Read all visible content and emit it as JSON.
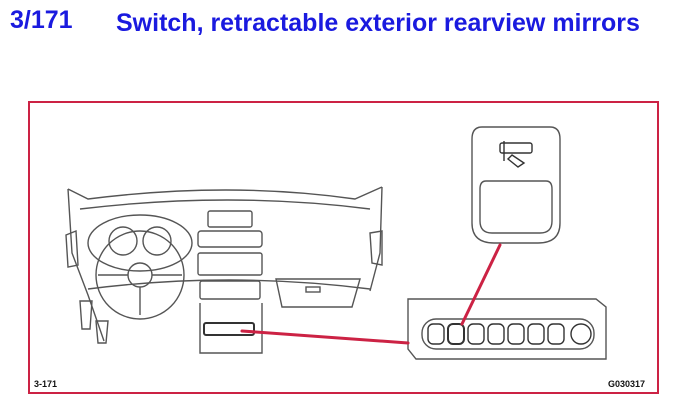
{
  "heading": {
    "code": "3/171",
    "title": "Switch, retractable exterior rearview mirrors"
  },
  "figure": {
    "ref_left": "3-171",
    "ref_right": "G030317"
  },
  "colors": {
    "heading_text": "#1a1adf",
    "frame_border": "#cc2244",
    "leader_line": "#cc2244",
    "drawing_line": "#555555"
  },
  "icons": [
    "mirror-fold-icon",
    "switch-panel",
    "dashboard-drawing"
  ]
}
